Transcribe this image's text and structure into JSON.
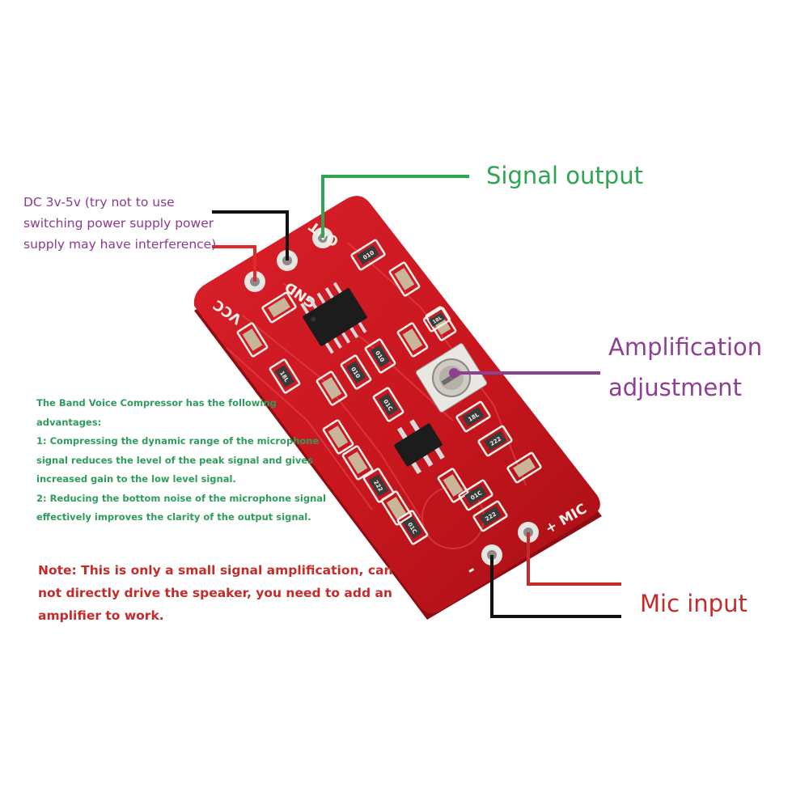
{
  "labels": {
    "signal_output": "Signal output",
    "amplification_line1": "Amplification",
    "amplification_line2": "adjustment",
    "mic_input": "Mic input",
    "dc_note": [
      "DC 3v-5v (try not to use",
      "switching power supply power",
      "supply may have interference)"
    ]
  },
  "advantages": {
    "lines": [
      "The Band Voice Compressor has the following",
      "advantages:",
      "1: Compressing the dynamic range of the microphone",
      "signal reduces the level of the peak signal and gives",
      "increased gain to the low level signal.",
      "2: Reducing the bottom noise of the microphone signal",
      "effectively improves the clarity of the output signal."
    ]
  },
  "note": {
    "lines": [
      "Note: This is only a small signal amplification, can",
      "not directly drive the speaker, you need to add an",
      "amplifier to work."
    ]
  },
  "board": {
    "pin_out": "OUT",
    "pin_gnd": "GND",
    "pin_vcc": "VCC",
    "pin_mic": "+ MIC",
    "pin_minus": "-",
    "component_marks": [
      "010",
      "010",
      "010",
      "18L",
      "18L",
      "18L",
      "01C",
      "01C",
      "01C",
      "222",
      "222",
      "222"
    ]
  },
  "colors": {
    "signal_output": "#2ea552",
    "amplification": "#8e3f93",
    "mic_input": "#c42b2b",
    "wire_vcc": "#e02a2a",
    "wire_gnd": "#111111",
    "pcb": "#c8161e",
    "advantages_text": "#2e9c5c",
    "note_text": "#c42b2b",
    "dc_note_text": "#8b3a8f"
  }
}
